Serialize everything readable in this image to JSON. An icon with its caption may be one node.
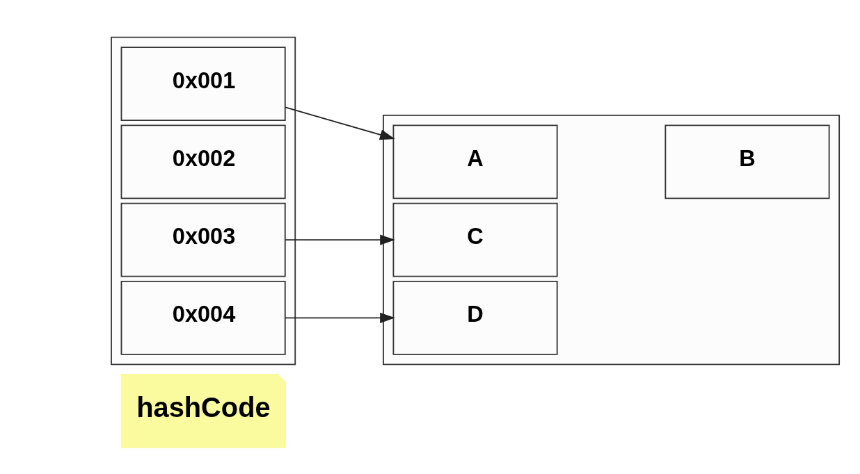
{
  "diagram": {
    "nodes": [
      {
        "text": [
          "hashCode"
        ]
      },
      {
        "text": [],
        "shape": "box"
      },
      {
        "text": [
          "0x001"
        ],
        "in": 1
      },
      {
        "text": [
          "0x002"
        ],
        "in": 1
      },
      {
        "text": [
          "0x003"
        ],
        "in": 1
      },
      {
        "text": [
          "0x004"
        ],
        "in": 1
      },
      {
        "text": [],
        "shape": "box"
      },
      {
        "text": [
          "A"
        ],
        "in": 6
      },
      {
        "text": [
          "B"
        ],
        "in": 6
      },
      {
        "text": [
          "C"
        ],
        "in": 6
      },
      {
        "text": [
          "D"
        ],
        "in": 6
      }
    ],
    "edges": [
      {
        "from": 2,
        "to": 7,
        "arrow": "to"
      },
      {
        "from": 4,
        "to": 9,
        "arrow": "to"
      },
      {
        "from": 5,
        "to": 10,
        "arrow": "to"
      }
    ]
  }
}
